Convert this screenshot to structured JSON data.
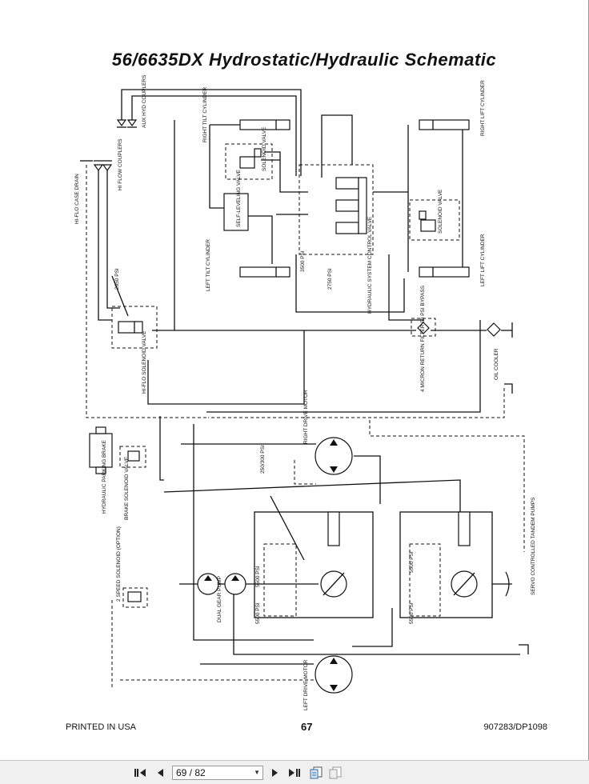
{
  "document": {
    "title": "56/6635DX Hydrostatic/Hydraulic Schematic",
    "footer_left": "PRINTED IN USA",
    "page_number": "67",
    "footer_right": "907283/DP1098"
  },
  "labels": {
    "aux_hyd_couplers": "AUX HYD COUPLERS",
    "hi_flow_couplers": "HI FLOW COUPLERS",
    "hi_flo_case_drain": "HI-FLO CASE DRAIN",
    "right_tilt_cylinder": "RIGHT TILT CYLINDER",
    "solenoid_valve_top": "SOLENOID VALVE",
    "self_leveling_valve": "SELF-LEVELING VALVE",
    "left_tilt_cylinder": "LEFT TILT CYLINDER",
    "right_lift_cylinder": "RIGHT LIFT CYLINDER",
    "solenoid_valve_right": "SOLENOID VALVE",
    "left_lift_cylinder": "LEFT LIFT CYLINDER",
    "psi_2650": "2650 PSI",
    "psi_3500": "3500 PSI",
    "psi_2750": "2750 PSI",
    "hydraulic_system_control_valve": "HYDRAULIC SYSTEM CONTROL VALVE",
    "hi_flo_solenoid_valve": "HI-FLO SOLENOID VALVE",
    "return_filter": "4 MICRON RETURN FILTER 50 PSI BYPASS",
    "oil_cooler": "OIL COOLER",
    "right_drive_motor": "RIGHT DRIVE MOTOR",
    "psi_250_300": "250/300 PSI",
    "hydraulic_parking_brake": "HYDRAULIC PARKING BRAKE",
    "brake_solenoid_valve": "BRAKE SOLENOID VALVE",
    "two_speed_solenoid": "2 SPEED SOLENOID (OPTION)",
    "dual_gear_pump": "DUAL GEAR PUMP",
    "psi_5500_a": "5500 PSI",
    "psi_5500_b": "5500 PSI",
    "psi_5500_c": "5500 PSI",
    "psi_5500_d": "5500 PSI",
    "servo_controlled_tandem_pumps": "SERVO CONTROLLED TANDEM PUMPS",
    "left_drive_motor": "LEFT DRIVE MOTOR"
  },
  "toolbar": {
    "page_indicator": "69 / 82",
    "icons": [
      "first-page-icon",
      "previous-page-icon",
      "next-page-icon",
      "last-page-icon",
      "fit-page-icon",
      "fit-width-icon"
    ]
  }
}
